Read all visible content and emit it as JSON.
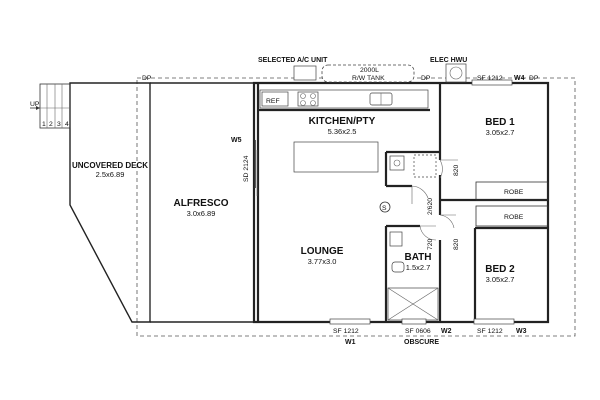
{
  "rooms": {
    "deck": {
      "name": "UNCOVERED DECK",
      "size": "2.5x6.89"
    },
    "alfresco": {
      "name": "ALFRESCO",
      "size": "3.0x6.89"
    },
    "kitchen": {
      "name": "KITCHEN/PTY",
      "size": "5.36x2.5"
    },
    "lounge": {
      "name": "LOUNGE",
      "size": "3.77x3.0"
    },
    "bath": {
      "name": "BATH",
      "size": "1.5x2.7"
    },
    "bed1": {
      "name": "BED 1",
      "size": "3.05x2.7"
    },
    "bed2": {
      "name": "BED 2",
      "size": "3.05x2.7"
    }
  },
  "labels": {
    "selected_ac": "SELECTED A/C UNIT",
    "elec_hwu": "ELEC HWU",
    "rw_tank_1": "2000L",
    "rw_tank_2": "R/W TANK",
    "dp": "DP",
    "up": "UP",
    "ref": "REF",
    "robe": "ROBE",
    "obscure": "OBSCURE",
    "s": "S"
  },
  "stairs": [
    "1",
    "2",
    "3",
    "4"
  ],
  "windows": {
    "w1": "W1",
    "w2": "W2",
    "w3": "W3",
    "w4": "W4",
    "w5": "W5",
    "sf_bed1": "SF 1212",
    "sf_lounge": "SF 1212",
    "sf_bath": "SF 0606",
    "sf_bed2": "SF 1212",
    "sd_alfresco": "SD 2124"
  },
  "doors": {
    "d820a": "820",
    "d620": "2/620",
    "d720": "720",
    "d820b": "820"
  }
}
